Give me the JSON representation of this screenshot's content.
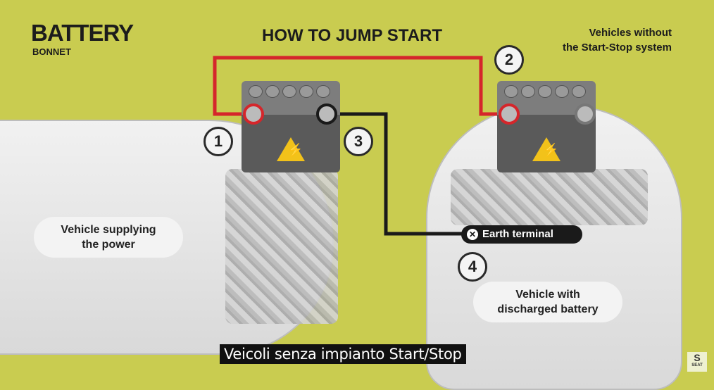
{
  "header": {
    "title": "BATTERY",
    "subtitle": "BONNET",
    "main_title": "HOW TO JUMP START",
    "note_line1": "Vehicles without",
    "note_line2": "the Start-Stop system"
  },
  "steps": [
    "1",
    "2",
    "3",
    "4"
  ],
  "labels": {
    "supplying_line1": "Vehicle supplying",
    "supplying_line2": "the power",
    "discharged_line1": "Vehicle with",
    "discharged_line2": "discharged battery",
    "earth": "Earth terminal"
  },
  "subtitle_caption": "Veicoli senza impianto Start/Stop",
  "logo": {
    "text": "SEAT"
  },
  "colors": {
    "background": "#c9cc50",
    "red_cable": "#d5262b",
    "black_cable": "#1a1a1a",
    "warning": "#f2c21a"
  }
}
